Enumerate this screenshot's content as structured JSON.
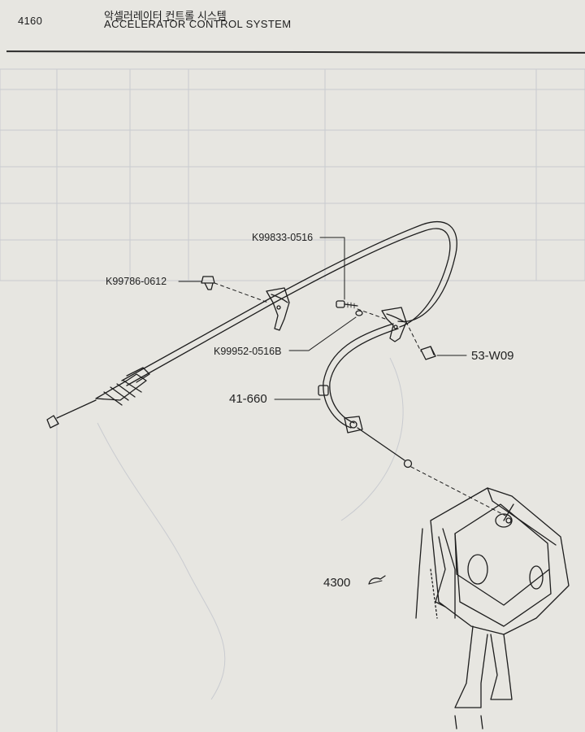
{
  "header": {
    "page_number": "4160",
    "title_ko": "악셀러레이터 컨트롤 시스템",
    "title_en": "ACCELERATOR CONTROL SYSTEM"
  },
  "callouts": [
    {
      "id": "c1",
      "label": "K99833-0516"
    },
    {
      "id": "c2",
      "label": "K99786-0612"
    },
    {
      "id": "c3",
      "label": "K99952-0516B"
    },
    {
      "id": "c4",
      "label": "53-W09"
    },
    {
      "id": "c5",
      "label": "41-660"
    },
    {
      "id": "c6",
      "label": "4300"
    }
  ],
  "colors": {
    "ink": "#1d1d1d",
    "paper": "#e7e6e1",
    "bleed": "#c9cbd0"
  }
}
